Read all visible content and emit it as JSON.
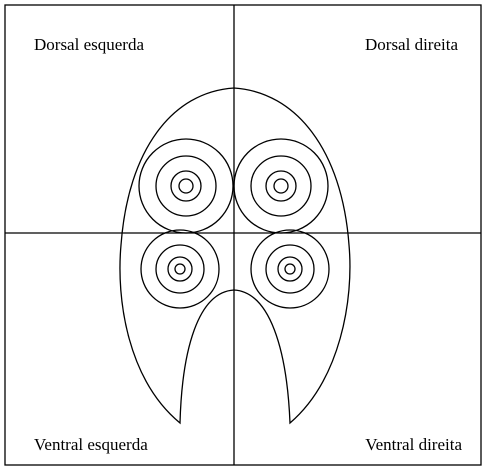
{
  "quadrants": {
    "top_left": "Dorsal esquerda",
    "top_right": "Dorsal direita",
    "bottom_left": "Ventral esquerda",
    "bottom_right": "Ventral direita"
  },
  "colors": {
    "stroke": "#000000",
    "background": "#ffffff"
  }
}
